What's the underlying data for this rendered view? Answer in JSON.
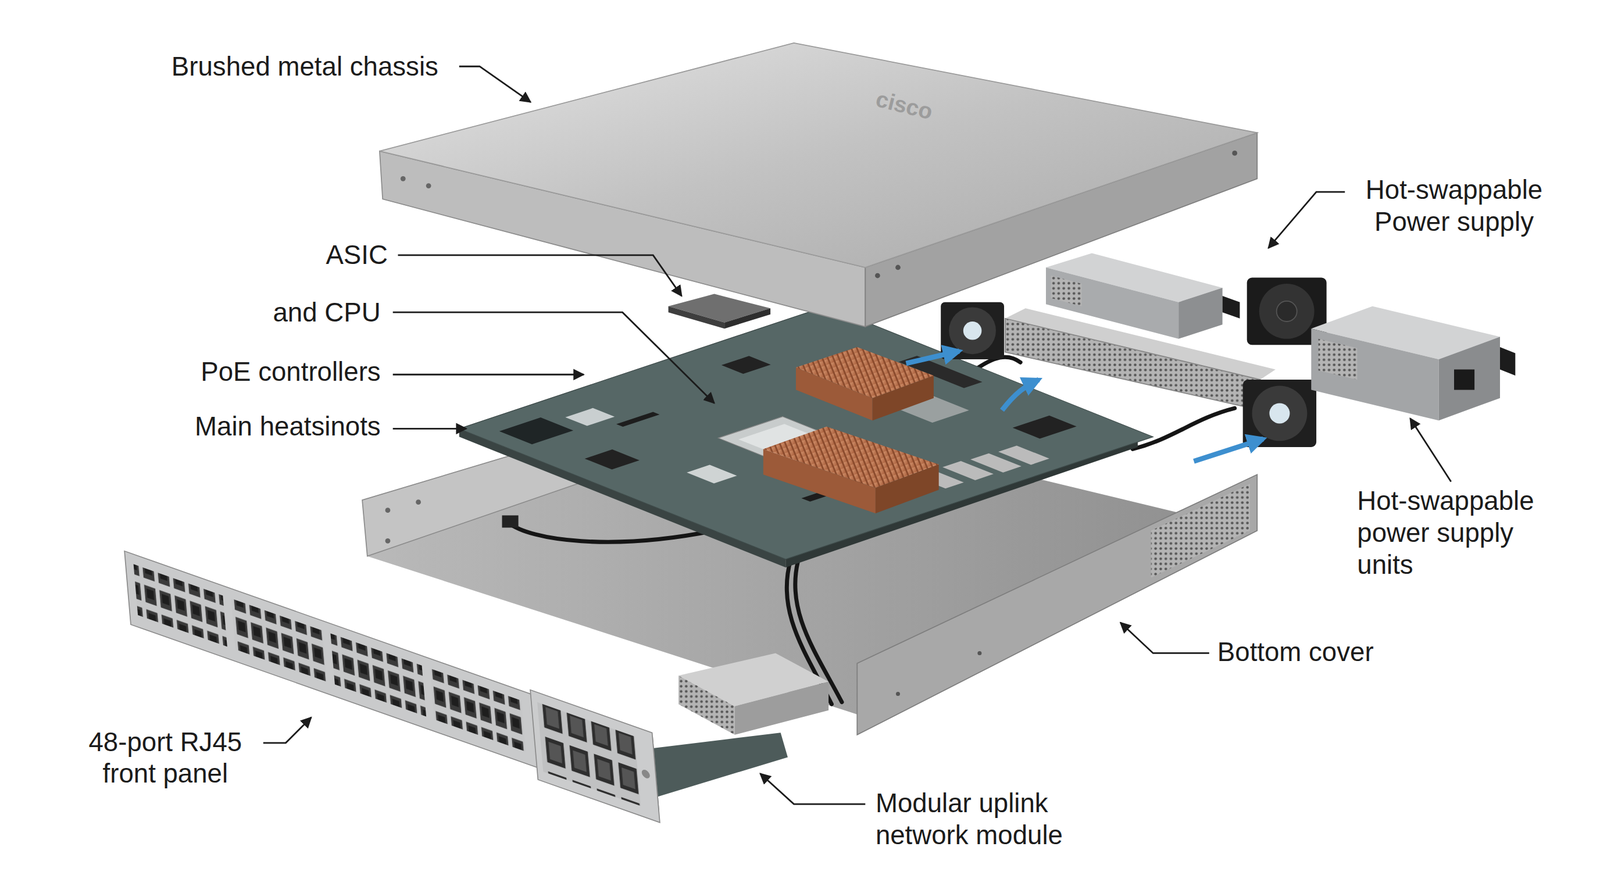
{
  "diagram": {
    "labels": [
      "Brushed metal chassis",
      "cisco",
      "ASIC",
      "Hot-swappable Power supply",
      "and CPU",
      "PoE controllers",
      "Main heatsinots",
      "Hot-swappable power supply units",
      "Bottom cover",
      "48-port RJ45 front panel",
      "Modular uplink network module"
    ]
  }
}
